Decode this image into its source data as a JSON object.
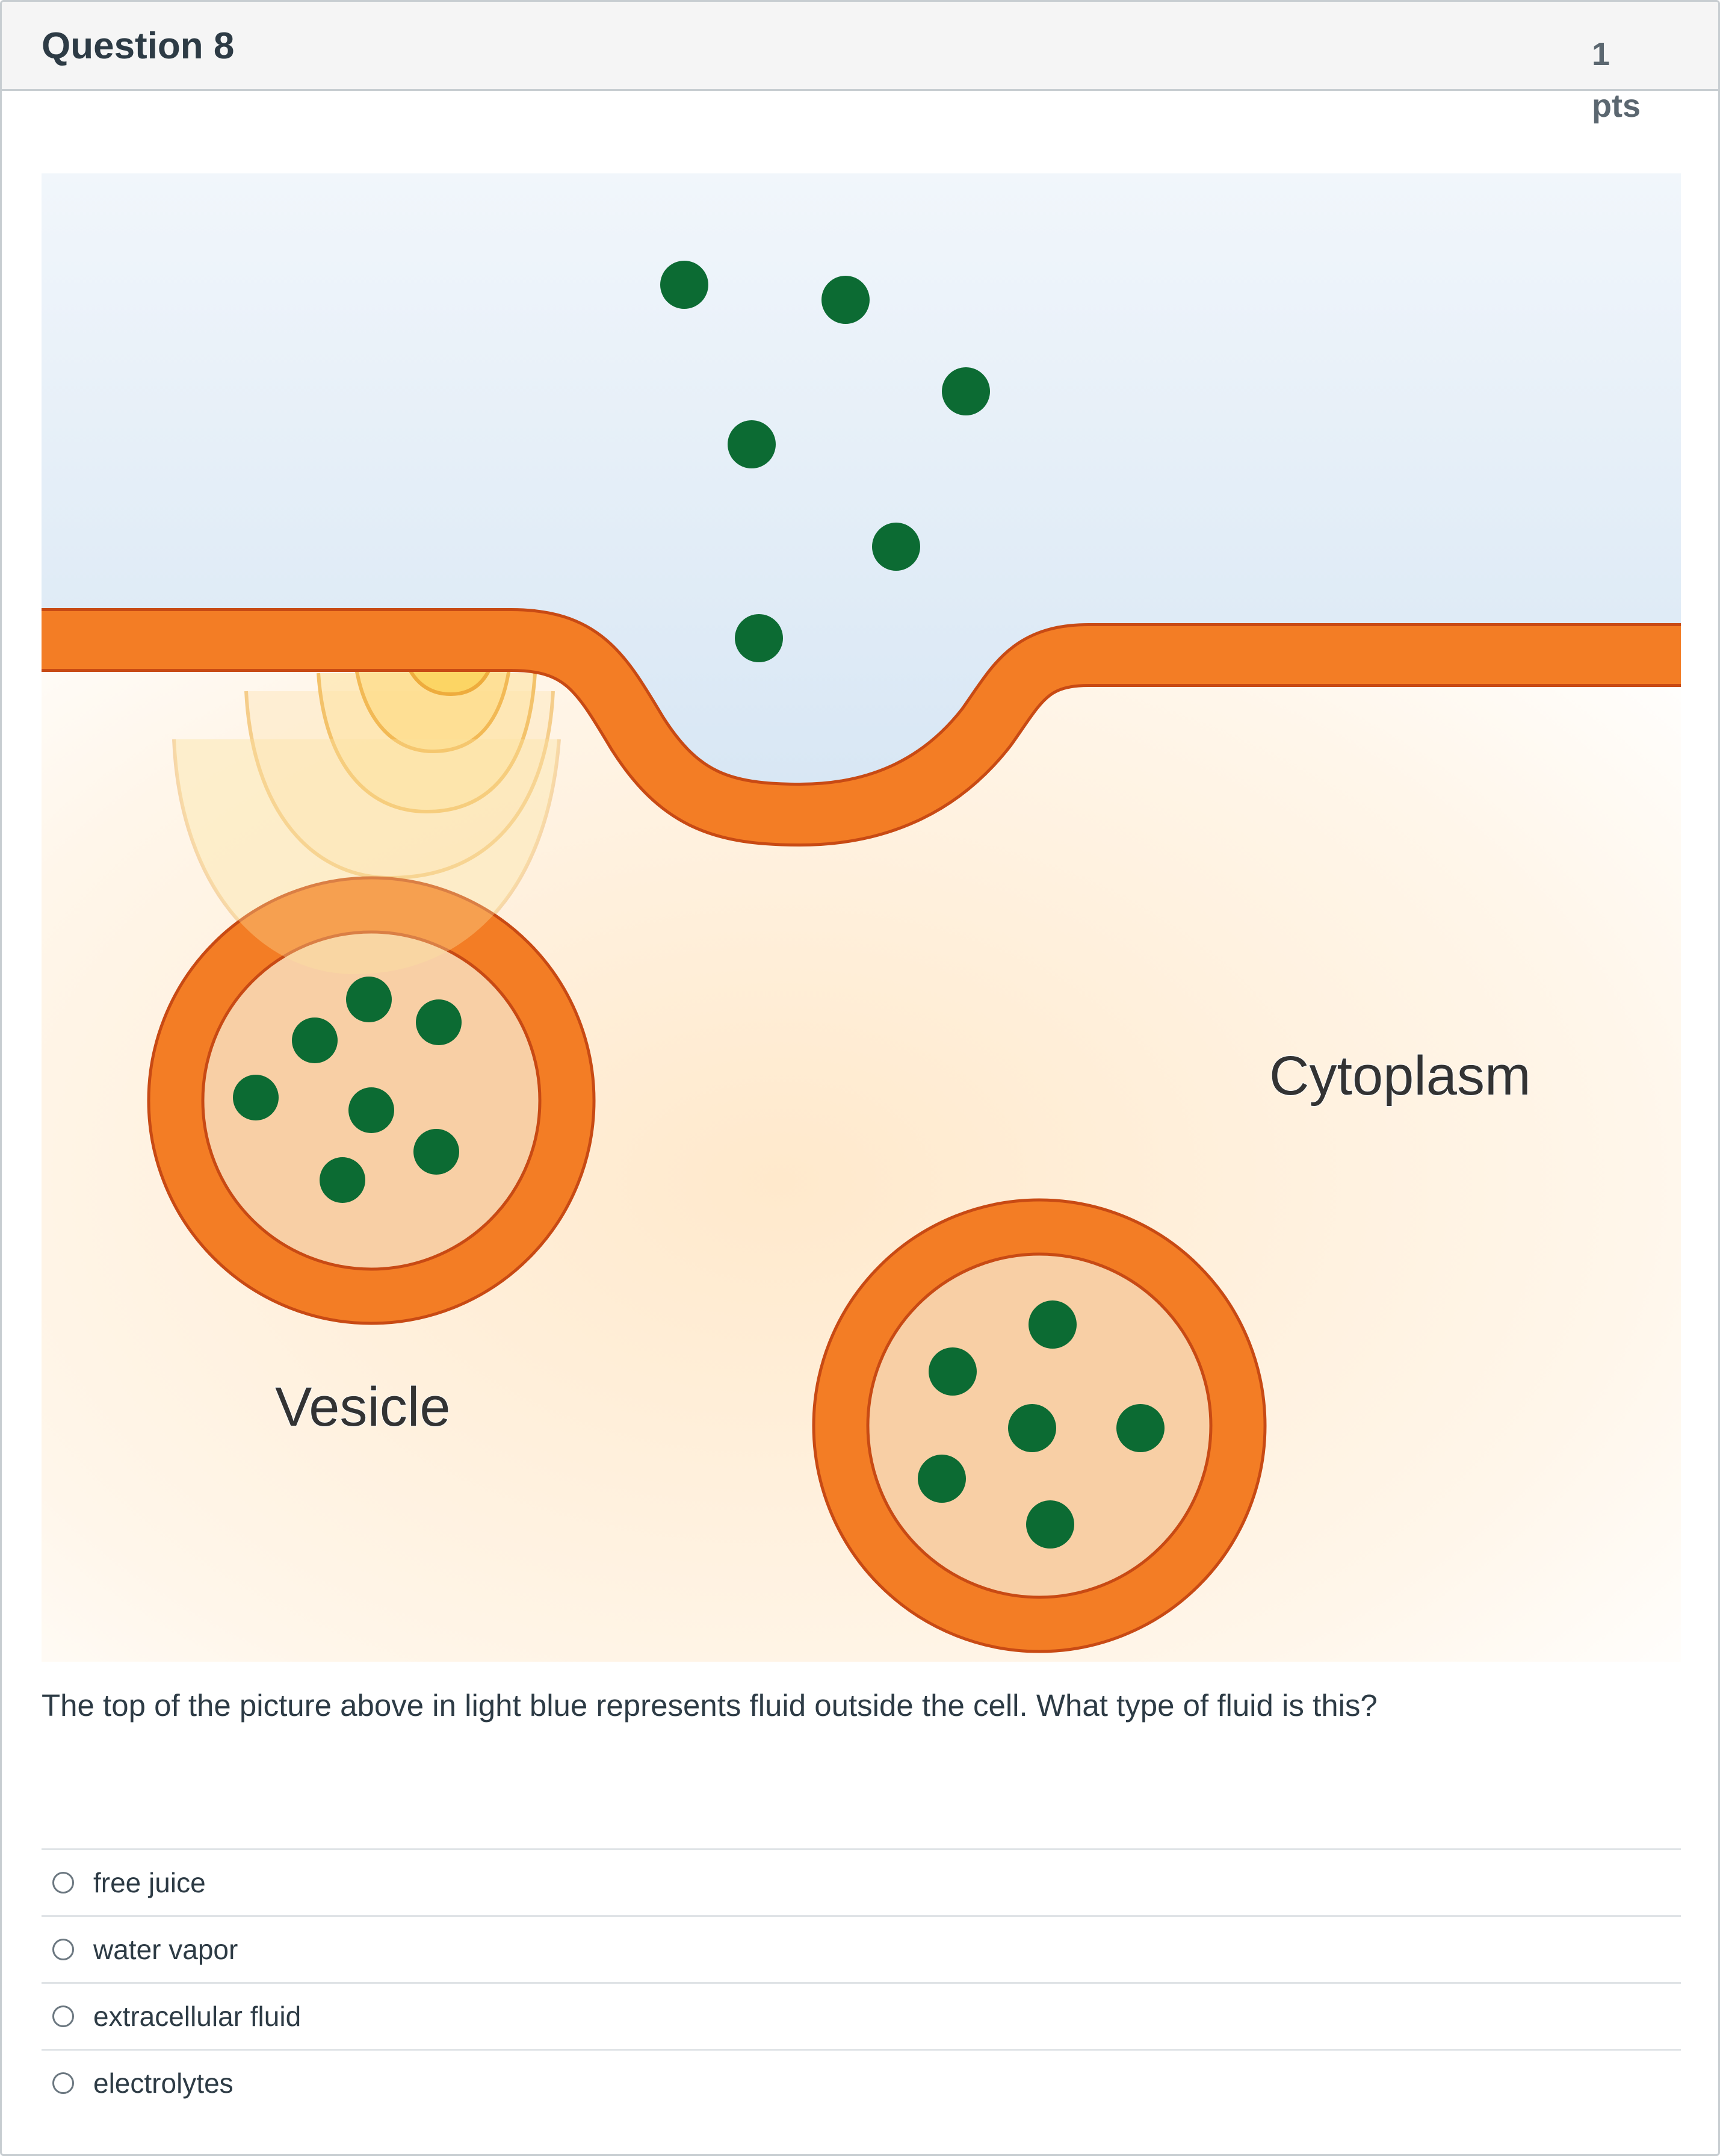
{
  "question": {
    "title": "Question 8",
    "points_value": "1",
    "points_unit": "pts",
    "text": "The top of the picture above in light blue represents fluid outside the cell.  What type of fluid is this?"
  },
  "figure": {
    "labels": {
      "cytoplasm": "Cytoplasm",
      "vesicle": "Vesicle"
    },
    "colors": {
      "extracellular_fluid": "#dce9f6",
      "cytoplasm": "#fff1dc",
      "membrane": "#f37d25",
      "membrane_outline": "#c84a14",
      "vesicle_interior": "#f8cfa5",
      "particle": "#0c6b33"
    }
  },
  "answers": [
    {
      "label": "free juice"
    },
    {
      "label": "water vapor"
    },
    {
      "label": "extracellular fluid"
    },
    {
      "label": "electrolytes"
    }
  ]
}
